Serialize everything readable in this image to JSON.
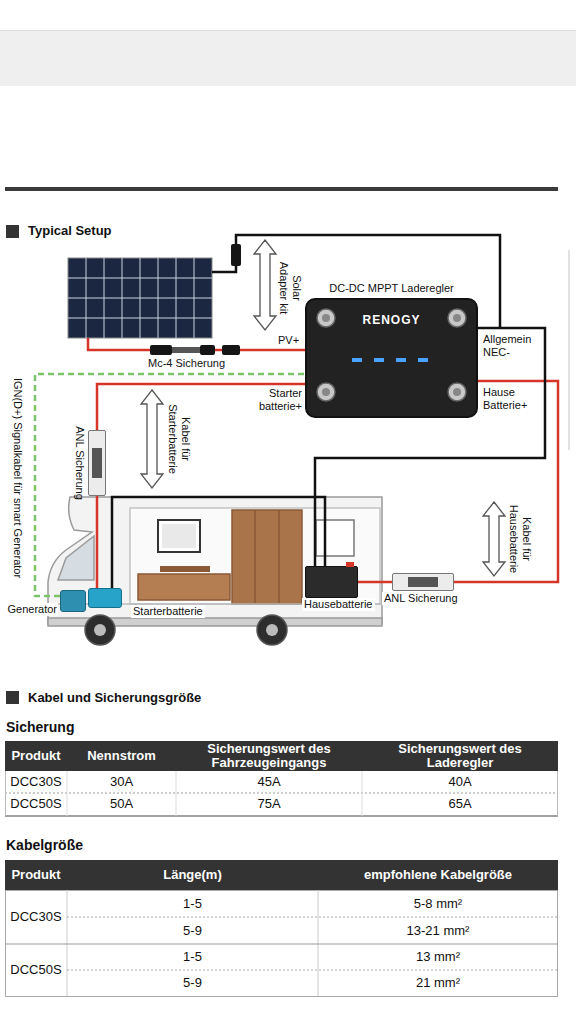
{
  "diagram": {
    "nodes": [
      {
        "text": [
          "DC-DC MPPT Laderegler",
          "RENOGY"
        ]
      },
      {
        "text": [
          "ANL Sicherung"
        ]
      },
      {
        "text": [
          "Generator"
        ]
      },
      {
        "text": [
          "Starterbatterie"
        ]
      },
      {
        "text": [
          "Hausebatterie"
        ]
      },
      {
        "text": [
          "ANL Sicherung"
        ]
      }
    ],
    "edges": [
      {
        "from": 3,
        "to": 1,
        "arrow": "none"
      },
      {
        "from": 1,
        "to": 0,
        "arrow": "none"
      },
      {
        "from": 0,
        "to": 5,
        "arrow": "none"
      },
      {
        "from": 5,
        "to": 4,
        "arrow": "none"
      },
      {
        "from": 0,
        "to": 4,
        "arrow": "none"
      },
      {
        "from": 3,
        "to": 4,
        "arrow": "none"
      },
      {
        "from": 2,
        "to": 0,
        "arrow": "none"
      }
    ],
    "labels": [
      "Typical Setup",
      "Solar Adapter kit",
      "PV+",
      "Mc-4 Sicherung",
      "Allgemein NEC-",
      "Starter batterie+",
      "Hause Batterie+",
      "IGN(D+) Signalkabel für smart Generator",
      "Kabel für Starterbatterie",
      "Kabel für Hausebatterie",
      "Kabel und Sicherungsgröße",
      "Sicherung",
      "Produkt",
      "Nennstrom",
      "Sicherungswert des Fahrzeugeingangs",
      "Sicherungswert des Laderegler",
      "DCC30S",
      "30A",
      "45A",
      "40A",
      "DCC50S",
      "50A",
      "75A",
      "65A",
      "Kabelgröße",
      "Produkt",
      "Länge(m)",
      "empfohlene Kabelgröße",
      "DCC30S",
      "1-5",
      "5-8 mm²",
      "5-9",
      "13-21 mm²",
      "DCC50S",
      "1-5",
      "13 mm²",
      "5-9",
      "21 mm²"
    ]
  }
}
